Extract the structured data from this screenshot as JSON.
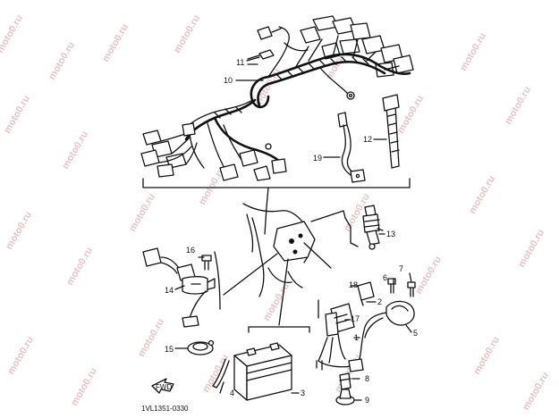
{
  "watermark": {
    "text": "moto0.ru",
    "color": "#e8c4c4"
  },
  "drawing_code": "1VL1351-0330",
  "callouts": [
    "1",
    "2",
    "3",
    "4",
    "5",
    "6",
    "7",
    "8",
    "9",
    "10",
    "11",
    "12",
    "13",
    "14",
    "15",
    "16",
    "17",
    "18",
    "19"
  ],
  "front_mark": "FWD",
  "colors": {
    "ink": "#111111",
    "paper": "#ffffff"
  }
}
